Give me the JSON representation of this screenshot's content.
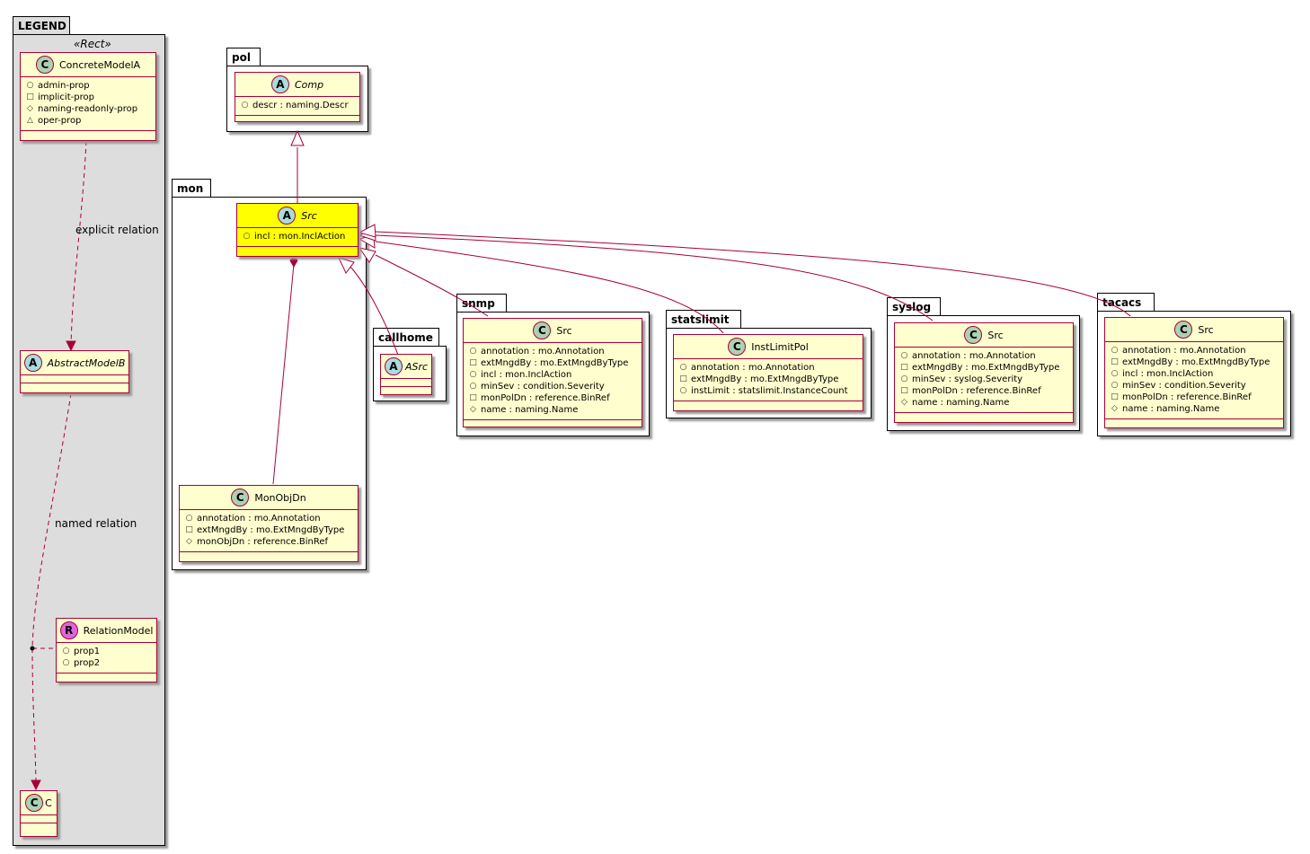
{
  "legend": {
    "package": "LEGEND",
    "stereotype": "«Rect»",
    "concrete": {
      "icon": "C",
      "name": "ConcreteModelA",
      "attrs": [
        {
          "vis": "+",
          "text": "admin-prop"
        },
        {
          "vis": "-",
          "text": "implicit-prop"
        },
        {
          "vis": "#",
          "text": "naming-readonly-prop"
        },
        {
          "vis": "~",
          "text": "oper-prop"
        }
      ]
    },
    "abstract": {
      "icon": "A",
      "name": "AbstractModelB"
    },
    "relation": {
      "icon": "R",
      "name": "RelationModel",
      "attrs": [
        {
          "vis": "+",
          "text": "prop1"
        },
        {
          "vis": "+",
          "text": "prop2"
        }
      ]
    },
    "c": {
      "icon": "C",
      "name": "C"
    },
    "explicit_label": "explicit relation",
    "named_label": "named relation"
  },
  "pol": {
    "package": "pol",
    "comp": {
      "icon": "A",
      "name": "Comp",
      "attrs": [
        {
          "vis": "+",
          "text": "descr : naming.Descr"
        }
      ]
    }
  },
  "mon": {
    "package": "mon",
    "src": {
      "icon": "A",
      "name": "Src",
      "attrs": [
        {
          "vis": "+",
          "text": "incl : mon.InclAction"
        }
      ]
    },
    "monobjdn": {
      "icon": "C",
      "name": "MonObjDn",
      "attrs": [
        {
          "vis": "+",
          "text": "annotation : mo.Annotation"
        },
        {
          "vis": "-",
          "text": "extMngdBy : mo.ExtMngdByType"
        },
        {
          "vis": "#",
          "text": "monObjDn : reference.BinRef"
        }
      ]
    }
  },
  "callhome": {
    "package": "callhome",
    "asrc": {
      "icon": "A",
      "name": "ASrc"
    }
  },
  "snmp": {
    "package": "snmp",
    "src": {
      "icon": "C",
      "name": "Src",
      "attrs": [
        {
          "vis": "+",
          "text": "annotation : mo.Annotation"
        },
        {
          "vis": "-",
          "text": "extMngdBy : mo.ExtMngdByType"
        },
        {
          "vis": "+",
          "text": "incl : mon.InclAction"
        },
        {
          "vis": "+",
          "text": "minSev : condition.Severity"
        },
        {
          "vis": "-",
          "text": "monPolDn : reference.BinRef"
        },
        {
          "vis": "#",
          "text": "name : naming.Name"
        }
      ]
    }
  },
  "statslimit": {
    "package": "statslimit",
    "pol": {
      "icon": "C",
      "name": "InstLimitPol",
      "attrs": [
        {
          "vis": "+",
          "text": "annotation : mo.Annotation"
        },
        {
          "vis": "-",
          "text": "extMngdBy : mo.ExtMngdByType"
        },
        {
          "vis": "+",
          "text": "instLimit : statslimit.InstanceCount"
        }
      ]
    }
  },
  "syslog": {
    "package": "syslog",
    "src": {
      "icon": "C",
      "name": "Src",
      "attrs": [
        {
          "vis": "+",
          "text": "annotation : mo.Annotation"
        },
        {
          "vis": "-",
          "text": "extMngdBy : mo.ExtMngdByType"
        },
        {
          "vis": "+",
          "text": "minSev : syslog.Severity"
        },
        {
          "vis": "-",
          "text": "monPolDn : reference.BinRef"
        },
        {
          "vis": "#",
          "text": "name : naming.Name"
        }
      ]
    }
  },
  "tacacs": {
    "package": "tacacs",
    "src": {
      "icon": "C",
      "name": "Src",
      "attrs": [
        {
          "vis": "+",
          "text": "annotation : mo.Annotation"
        },
        {
          "vis": "-",
          "text": "extMngdBy : mo.ExtMngdByType"
        },
        {
          "vis": "+",
          "text": "incl : mon.InclAction"
        },
        {
          "vis": "+",
          "text": "minSev : condition.Severity"
        },
        {
          "vis": "-",
          "text": "monPolDn : reference.BinRef"
        },
        {
          "vis": "#",
          "text": "name : naming.Name"
        }
      ]
    }
  },
  "colors": {
    "border": "#a80036",
    "class_fill": "#fefece",
    "highlight": "#ffff00",
    "legend_fill": "#dddddd"
  }
}
